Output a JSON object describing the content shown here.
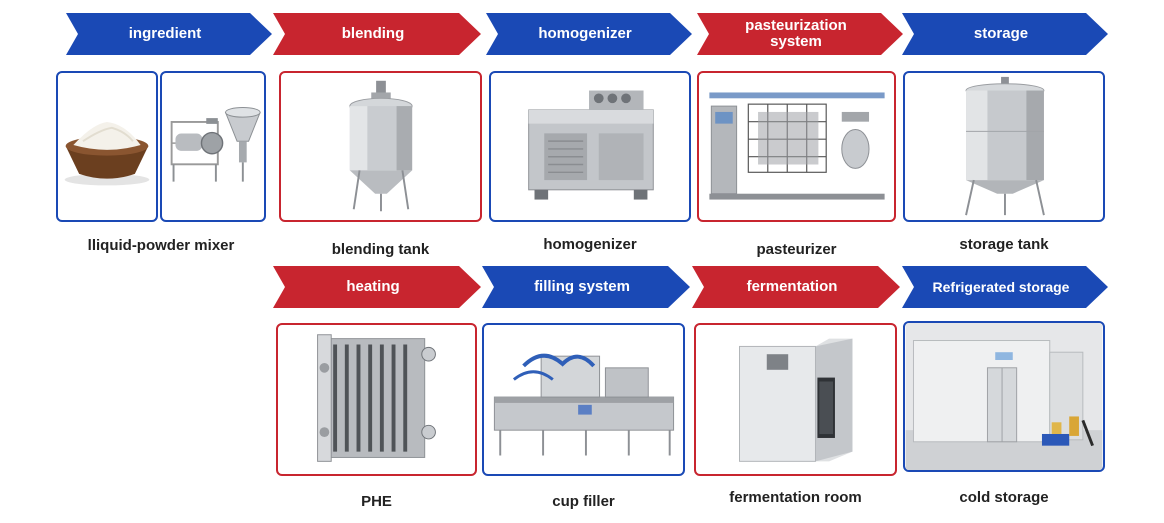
{
  "colors": {
    "red": "#c8252f",
    "blue": "#1a49b5"
  },
  "steps": [
    {
      "label": "ingredient",
      "color": "blue"
    },
    {
      "label": "blending",
      "color": "red"
    },
    {
      "label": "homogenizer",
      "color": "blue"
    },
    {
      "label": "pasteurization system",
      "color": "red"
    },
    {
      "label": "storage",
      "color": "blue"
    },
    {
      "label": "heating",
      "color": "red"
    },
    {
      "label": "filling system",
      "color": "blue"
    },
    {
      "label": "fermentation",
      "color": "red"
    },
    {
      "label": "Refrigerated storage",
      "color": "blue"
    }
  ],
  "equipment": [
    {
      "caption": "lliquid-powder mixer",
      "image": "powder-bowl-and-mixer"
    },
    {
      "caption": "blending tank",
      "image": "blending-tank"
    },
    {
      "caption": "homogenizer",
      "image": "homogenizer-machine"
    },
    {
      "caption": "pasteurizer",
      "image": "pasteurizer-skid"
    },
    {
      "caption": "storage tank",
      "image": "storage-tank"
    },
    {
      "caption": "PHE",
      "image": "plate-heat-exchanger"
    },
    {
      "caption": "cup filler",
      "image": "cup-filling-machine"
    },
    {
      "caption": "fermentation room",
      "image": "fermentation-room"
    },
    {
      "caption": "cold storage",
      "image": "cold-storage-room"
    }
  ]
}
